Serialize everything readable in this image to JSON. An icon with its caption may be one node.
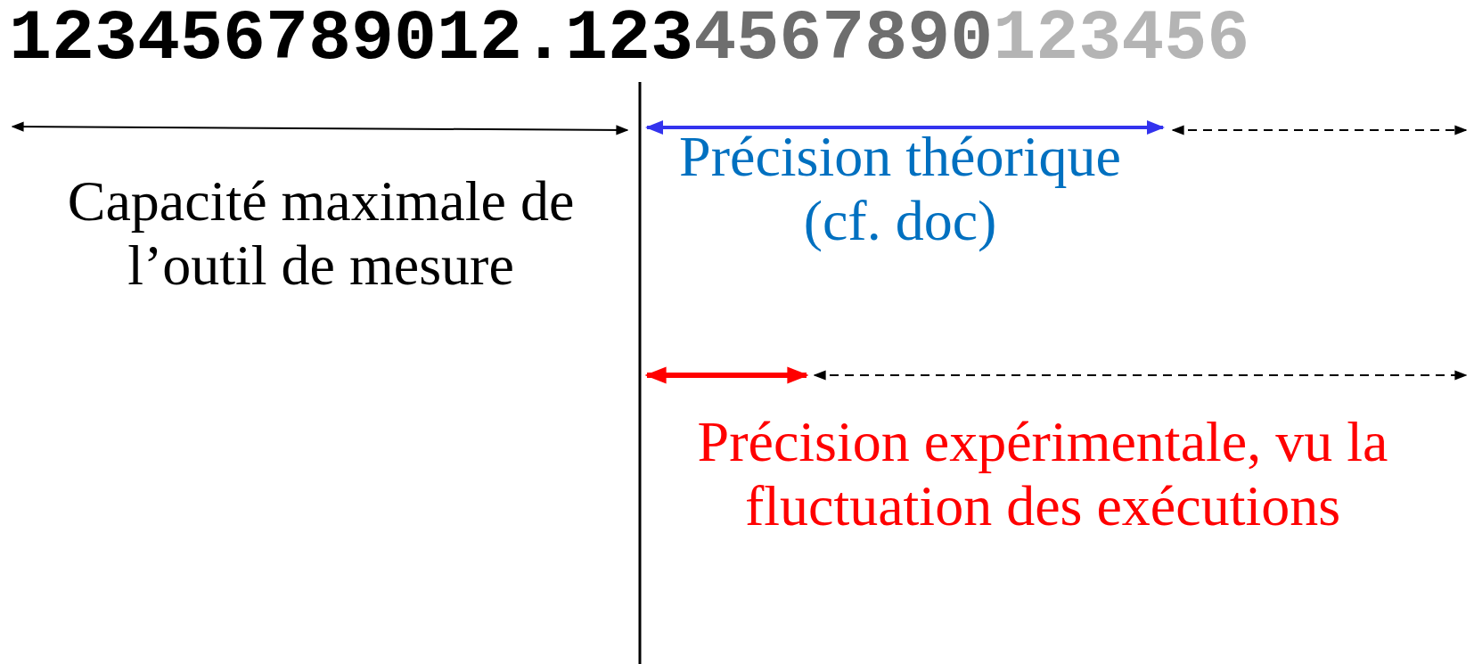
{
  "diagram": {
    "labels": [
      "123456789012.123",
      "4567890",
      "123456",
      "Capacité maximale de l’outil de mesure",
      "Précision théorique (cf. doc)",
      "Précision expérimentale, vu la fluctuation des exécutions"
    ]
  }
}
